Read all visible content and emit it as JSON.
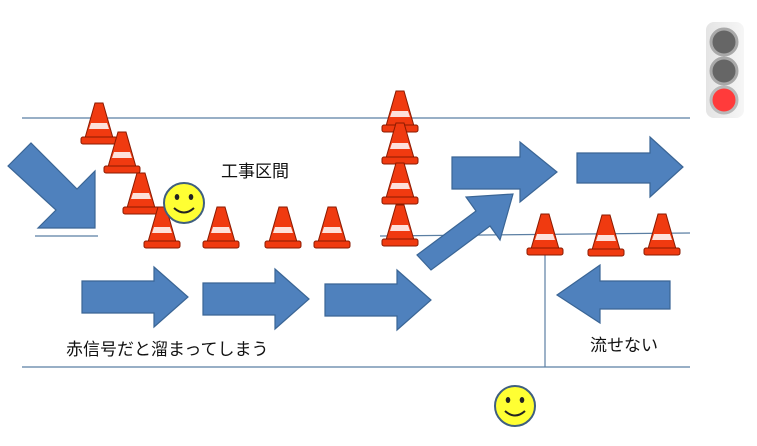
{
  "labels": {
    "construction_zone": "工事区間",
    "red_light_jam": "赤信号だと溜まってしまう",
    "cannot_flow": "流せない"
  },
  "colors": {
    "arrow_fill": "#4f81bd",
    "arrow_stroke": "#3a6595",
    "cone_fill": "#f03a10",
    "cone_stripe": "#ffffff",
    "road_line": "#5b7fa3",
    "smiley_fill": "#ffff33",
    "signal_red": "#ff3b3b",
    "signal_off": "#666666"
  },
  "icons": {
    "cone": "traffic-cone-icon",
    "smiley": "smiley-face-icon",
    "arrow": "block-arrow-icon",
    "signal": "traffic-signal-icon"
  },
  "traffic_signal": {
    "lamps": [
      "off",
      "off",
      "red"
    ]
  }
}
